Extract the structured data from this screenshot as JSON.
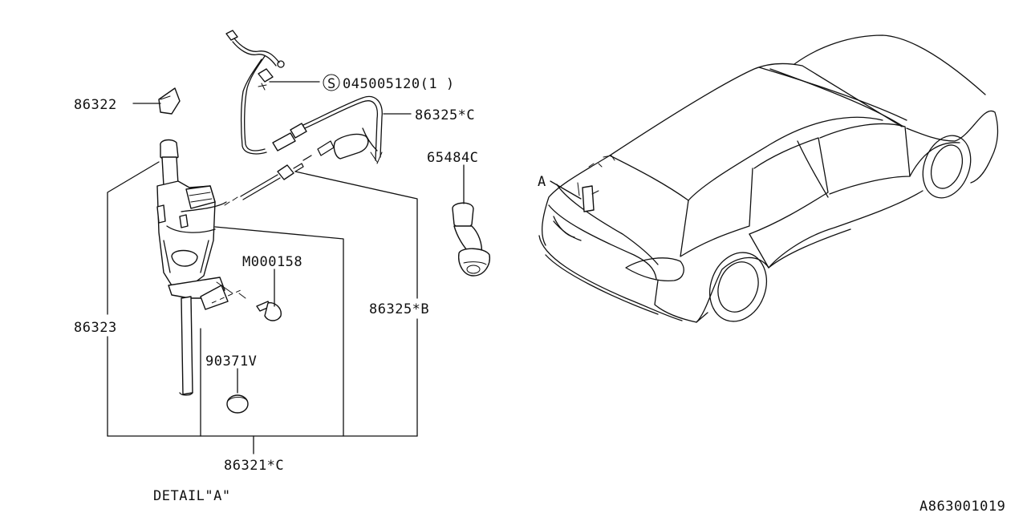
{
  "labels": {
    "part_86322": "86322",
    "part_86323": "86323",
    "part_86321c": "86321*C",
    "part_86325c": "86325*C",
    "part_86325b": "86325*B",
    "part_65484c": "65484C",
    "part_m000158": "M000158",
    "part_90371v": "90371V",
    "part_045005120": "045005120(1  )",
    "standard_part_symbol": "S",
    "detail_ref_a": "A",
    "detail_title": "DETAIL\"A\"",
    "drawing_number": "A863001019"
  }
}
